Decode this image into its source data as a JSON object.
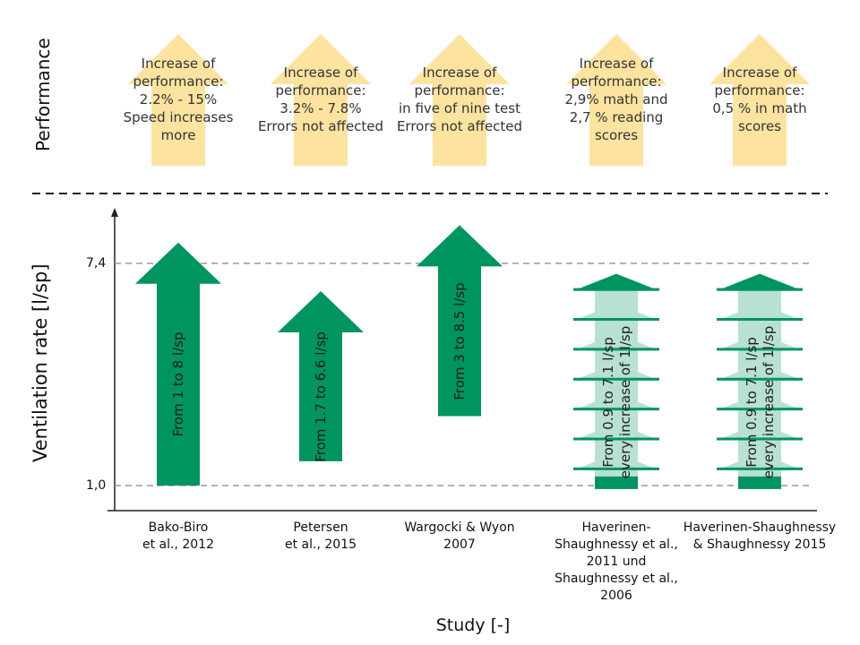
{
  "axes": {
    "performance_title": "Performance",
    "ventilation_title": "Ventilation rate [l/sp]",
    "x_title": "Study [-]",
    "ytick_high": "7,4",
    "ytick_low": "1,0"
  },
  "colors": {
    "perf_arrow": "#fde3a0",
    "solid_arrow": "#00945f",
    "stepped_light": "#b8e0d4",
    "stepped_dark": "#00945f",
    "dashed_line": "#999999",
    "divider": "#222222"
  },
  "studies": [
    {
      "name_lines": [
        "Bako-Biro",
        "et al., 2012"
      ],
      "performance_lines": [
        "Increase of",
        "performance:",
        "2.2% - 15%",
        "Speed increases",
        "more"
      ],
      "ventilation_lines": [
        "From 1 to 8 l/sp"
      ],
      "vent_from": 1,
      "vent_to": 8,
      "arrow_style": "solid"
    },
    {
      "name_lines": [
        "Petersen",
        "et al., 2015"
      ],
      "performance_lines": [
        "Increase of",
        "performance:",
        "3.2% - 7.8%",
        "Errors not affected"
      ],
      "ventilation_lines": [
        "From 1.7 to 6.6 l/sp"
      ],
      "vent_from": 1.7,
      "vent_to": 6.6,
      "arrow_style": "solid"
    },
    {
      "name_lines": [
        "Wargocki & Wyon",
        "2007"
      ],
      "performance_lines": [
        "Increase of",
        "performance:",
        "in five of nine test",
        "Errors not affected"
      ],
      "ventilation_lines": [
        "From 3 to 8.5 l/sp"
      ],
      "vent_from": 3,
      "vent_to": 8.5,
      "arrow_style": "solid"
    },
    {
      "name_lines": [
        "Haverinen-",
        "Shaughnessy et al.,",
        "2011 und",
        "Shaughnessy et al.,",
        "2006"
      ],
      "performance_lines": [
        "Increase of",
        "performance:",
        "2,9% math and",
        "2,7 % reading",
        "scores"
      ],
      "ventilation_lines": [
        "From 0.9 to 7.1 l/sp",
        "every increase of 1l/sp"
      ],
      "vent_from": 0.9,
      "vent_to": 7.1,
      "arrow_style": "stepped"
    },
    {
      "name_lines": [
        "Haverinen-Shaughnessy",
        "& Shaughnessy 2015"
      ],
      "performance_lines": [
        "Increase of",
        "performance:",
        "0,5 % in math",
        "scores"
      ],
      "ventilation_lines": [
        "From 0.9 to 7.1 l/sp",
        "every increase of 1l/sp"
      ],
      "vent_from": 0.9,
      "vent_to": 7.1,
      "arrow_style": "stepped"
    }
  ]
}
